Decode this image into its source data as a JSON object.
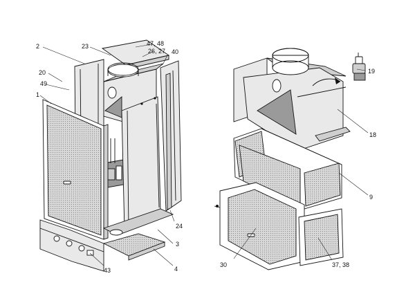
{
  "figure": {
    "callouts": {
      "c2": "2",
      "c23": "23",
      "c47_48": "47, 48",
      "c26_27": "26, 27",
      "c40": "40",
      "c20": "20",
      "c49": "49",
      "c1": "1",
      "c24": "24",
      "c3": "3",
      "c43": "43",
      "c4": "4",
      "c19": "19",
      "c18": "18",
      "c9": "9",
      "c30": "30",
      "c37_38": "37, 38"
    }
  }
}
